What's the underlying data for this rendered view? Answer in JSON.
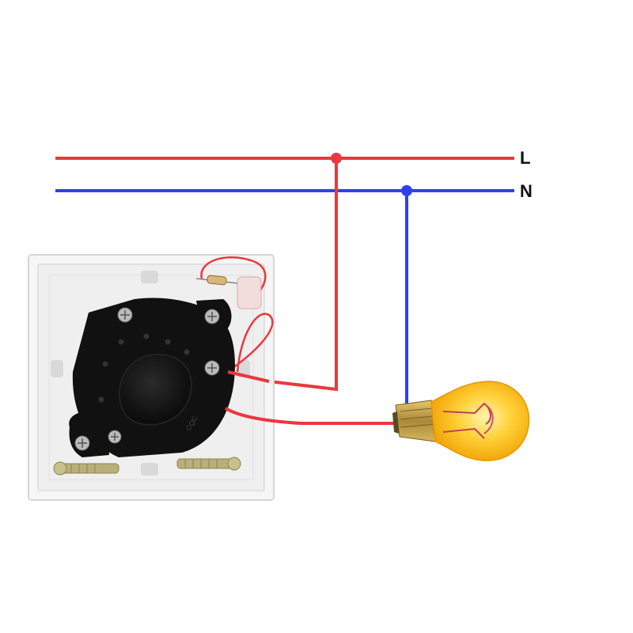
{
  "lines": {
    "live": {
      "label": "L",
      "color": "#e8393f"
    },
    "neutral": {
      "label": "N",
      "color": "#3040e8"
    }
  },
  "colors": {
    "plate": "#f4f4f4",
    "plate_edge": "#d8d8d8",
    "dimmer_body": "#111111",
    "bulb_glow": "#f7b500",
    "bulb_base": "#c9a44a",
    "wire_red": "#e8393f",
    "wire_blue": "#3040e8"
  },
  "components": [
    "wall-plate",
    "rotary-dimmer",
    "light-bulb"
  ]
}
